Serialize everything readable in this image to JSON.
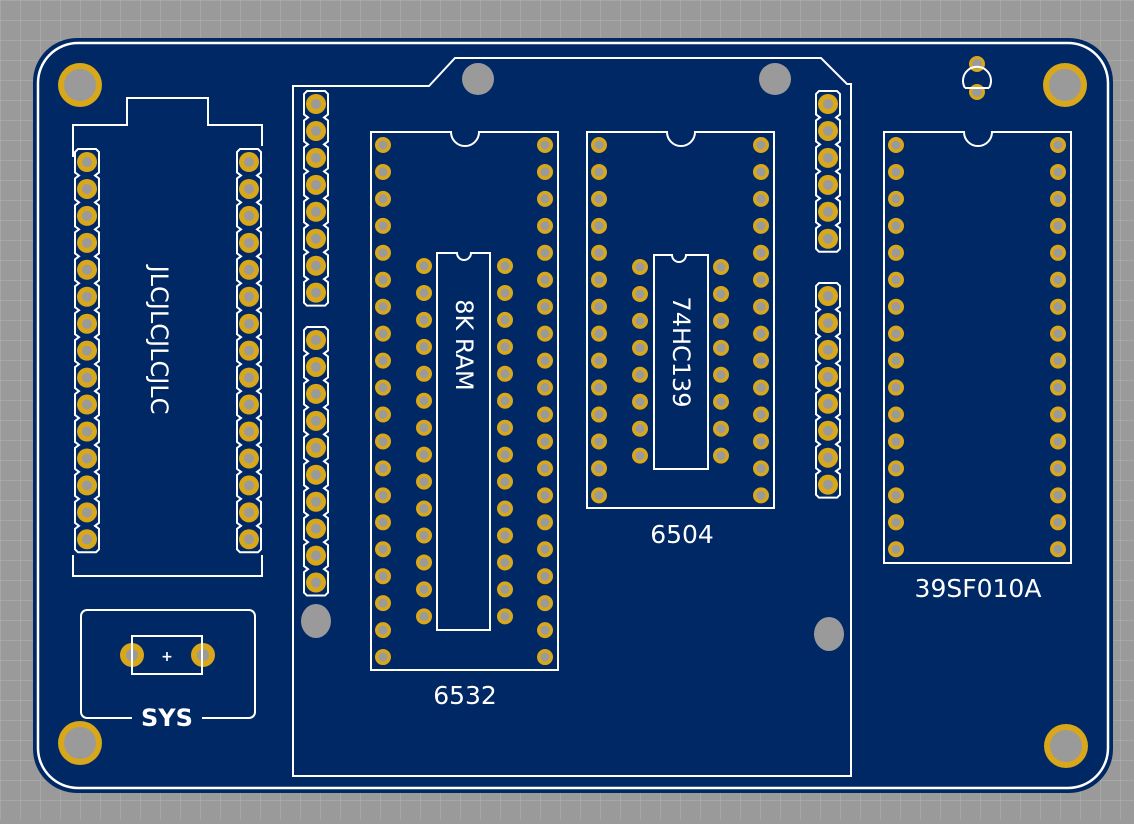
{
  "colors": {
    "background": "#9a9a9a",
    "grid": "#b4b4b4",
    "board": "#002864",
    "silkscreen": "#ffffff",
    "pad": "#d9a71a",
    "drill": "#9a9a9a"
  },
  "board": {
    "components": {
      "jlc_module": {
        "label": "JLCJLCJLCJLC",
        "pins_per_side": 15
      },
      "ram_socket_6532": {
        "label": "6532",
        "pins_per_side": 20
      },
      "ram_chip": {
        "label": "8K RAM",
        "pins_per_side": 14
      },
      "cpu_socket_6504": {
        "label": "6504",
        "pins_per_side": 14
      },
      "decoder_chip": {
        "label": "74HC139",
        "pins_per_side": 8
      },
      "flash_chip": {
        "label": "39SF010A",
        "pins_per_side": 16
      },
      "header_left_upper": {
        "pins": 8
      },
      "header_left_lower": {
        "pins": 10
      },
      "header_right_upper": {
        "pins": 6
      },
      "header_right_lower": {
        "pins": 8
      },
      "led": {
        "label": "",
        "pins": 2
      },
      "power_connector": {
        "label": "SYS",
        "polarity": "+"
      }
    }
  }
}
